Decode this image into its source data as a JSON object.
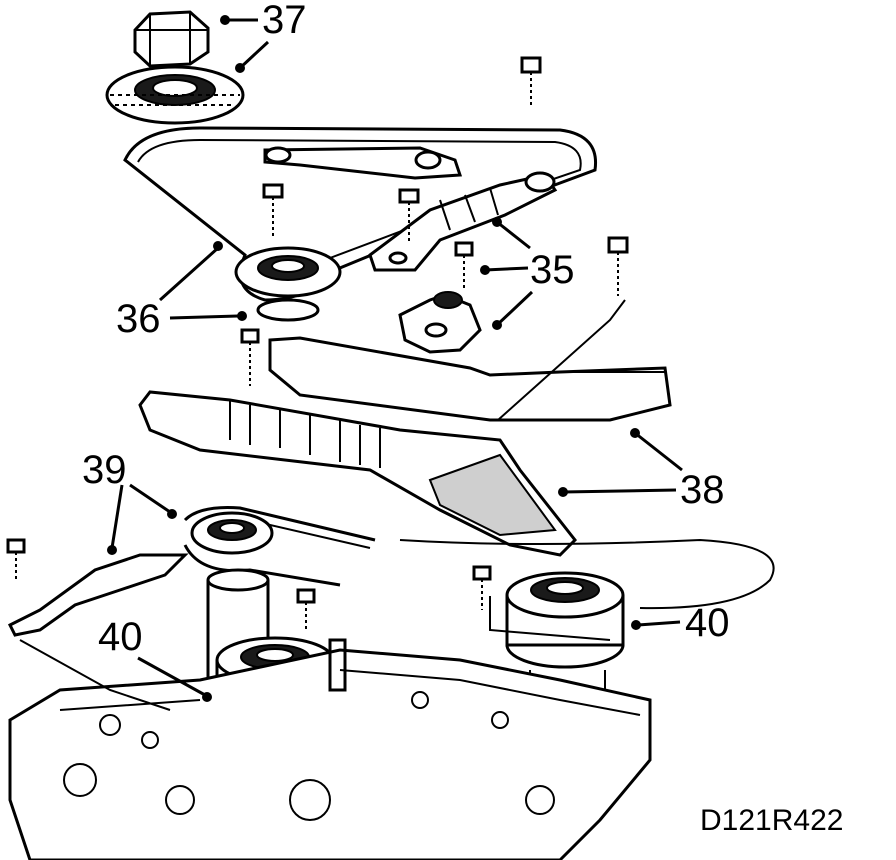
{
  "diagram": {
    "drawing_code": "D121R422",
    "callouts": [
      {
        "id": "37",
        "text": "37"
      },
      {
        "id": "35",
        "text": "35"
      },
      {
        "id": "36",
        "text": "36"
      },
      {
        "id": "39",
        "text": "39"
      },
      {
        "id": "38",
        "text": "38"
      },
      {
        "id": "40a",
        "text": "40"
      },
      {
        "id": "40b",
        "text": "40"
      }
    ]
  }
}
